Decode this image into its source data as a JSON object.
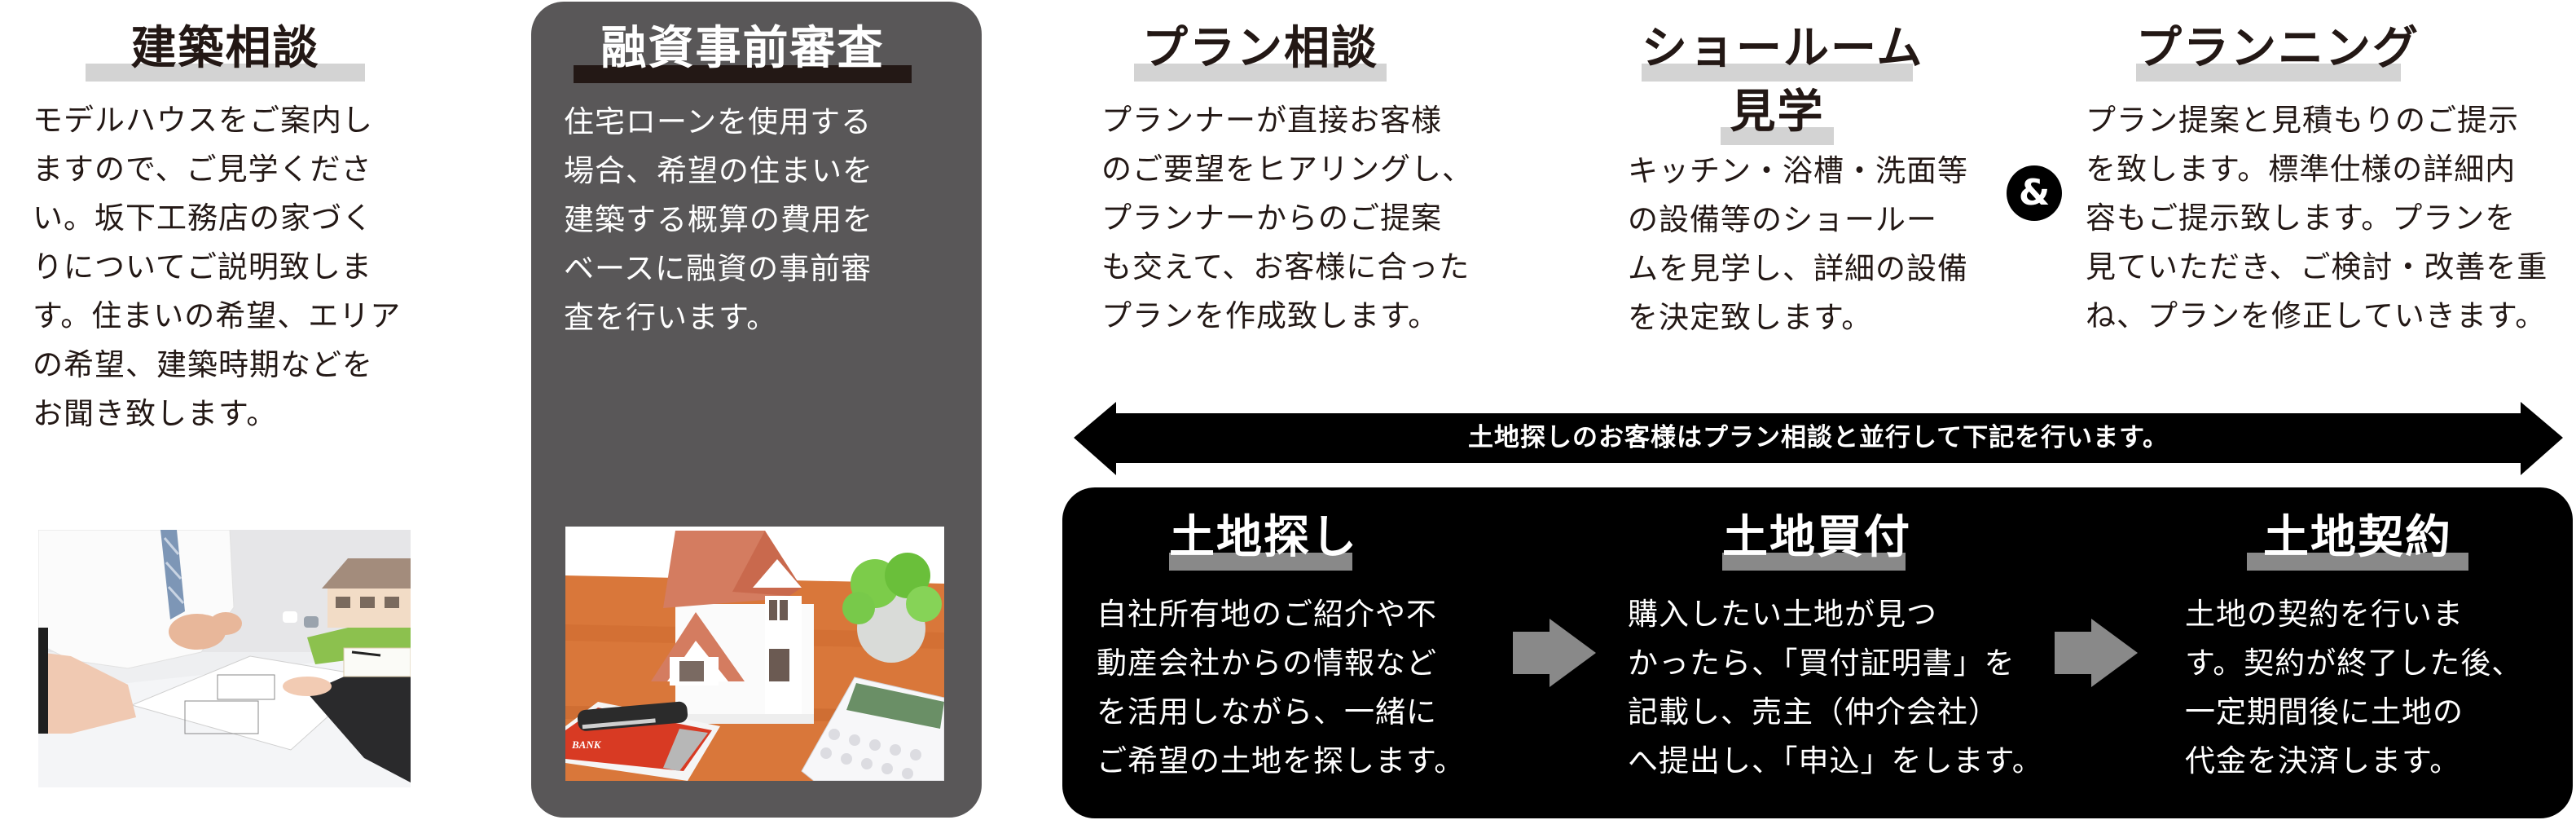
{
  "steps": [
    {
      "id": "kenchiku-soudan",
      "title": "建築相談",
      "body_lines": [
        "モデルハウスをご案内し",
        "ますので、ご見学くださ",
        "い。坂下工務店の家づく",
        "りについてご説明致しま",
        "す。住まいの希望、エリア",
        "の希望、建築時期などを",
        "お聞き致します。"
      ],
      "image": "consultation-meeting-photo"
    },
    {
      "id": "yushi-jizen-shinsa",
      "title": "融資事前審査",
      "body_lines": [
        "住宅ローンを使用する",
        "場合、希望の住まいを",
        "建築する概算の費用を",
        "ベースに融資の事前審",
        "査を行います。"
      ],
      "image": "model-house-bankbook-calculator-photo",
      "highlighted": true
    },
    {
      "id": "plan-soudan",
      "title": "プラン相談",
      "body_lines": [
        "プランナーが直接お客様",
        "のご要望をヒアリングし、",
        "プランナーからのご提案",
        "も交えて、お客様に合った",
        "プランを作成致します。"
      ]
    },
    {
      "id": "showroom-kengaku",
      "title_lines": [
        "ショールーム",
        "見学"
      ],
      "body_lines": [
        "キッチン・浴槽・洗面等",
        "の設備等のショールー",
        "ムを見学し、詳細の設備",
        "を決定致します。"
      ]
    },
    {
      "id": "planning",
      "title": "プランニング",
      "body_lines": [
        "プラン提案と見積もりのご提示",
        "を致します。標準仕様の詳細内",
        "容もご提示致します。プランを",
        "見ていただき、ご検討・改善を重",
        "ね、プランを修正していきます。"
      ]
    }
  ],
  "connector": {
    "symbol": "&"
  },
  "parallel_banner": {
    "text": "土地探しのお客様はプラン相談と並行して下記を行います。"
  },
  "land_steps": [
    {
      "title": "土地探し",
      "body_lines": [
        "自社所有地のご紹介や不",
        "動産会社からの情報など",
        "を活用しながら、一緒に",
        "ご希望の土地を探します。"
      ]
    },
    {
      "title": "土地買付",
      "body_lines": [
        "購入したい土地が見つ",
        "かったら、「買付証明書」を",
        "記載し、売主（仲介会社）",
        "へ提出し、「申込」をします。"
      ]
    },
    {
      "title": "土地契約",
      "body_lines": [
        "土地の契約を行いま",
        "す。契約が終了した後、",
        "一定期間後に土地の",
        "代金を決済します。"
      ]
    }
  ],
  "colors": {
    "text": "#231815",
    "heading_bar": "#d3d3d3",
    "card_grey": "#595758",
    "panel_black": "#000000",
    "flow_arrow_grey": "#898989"
  }
}
